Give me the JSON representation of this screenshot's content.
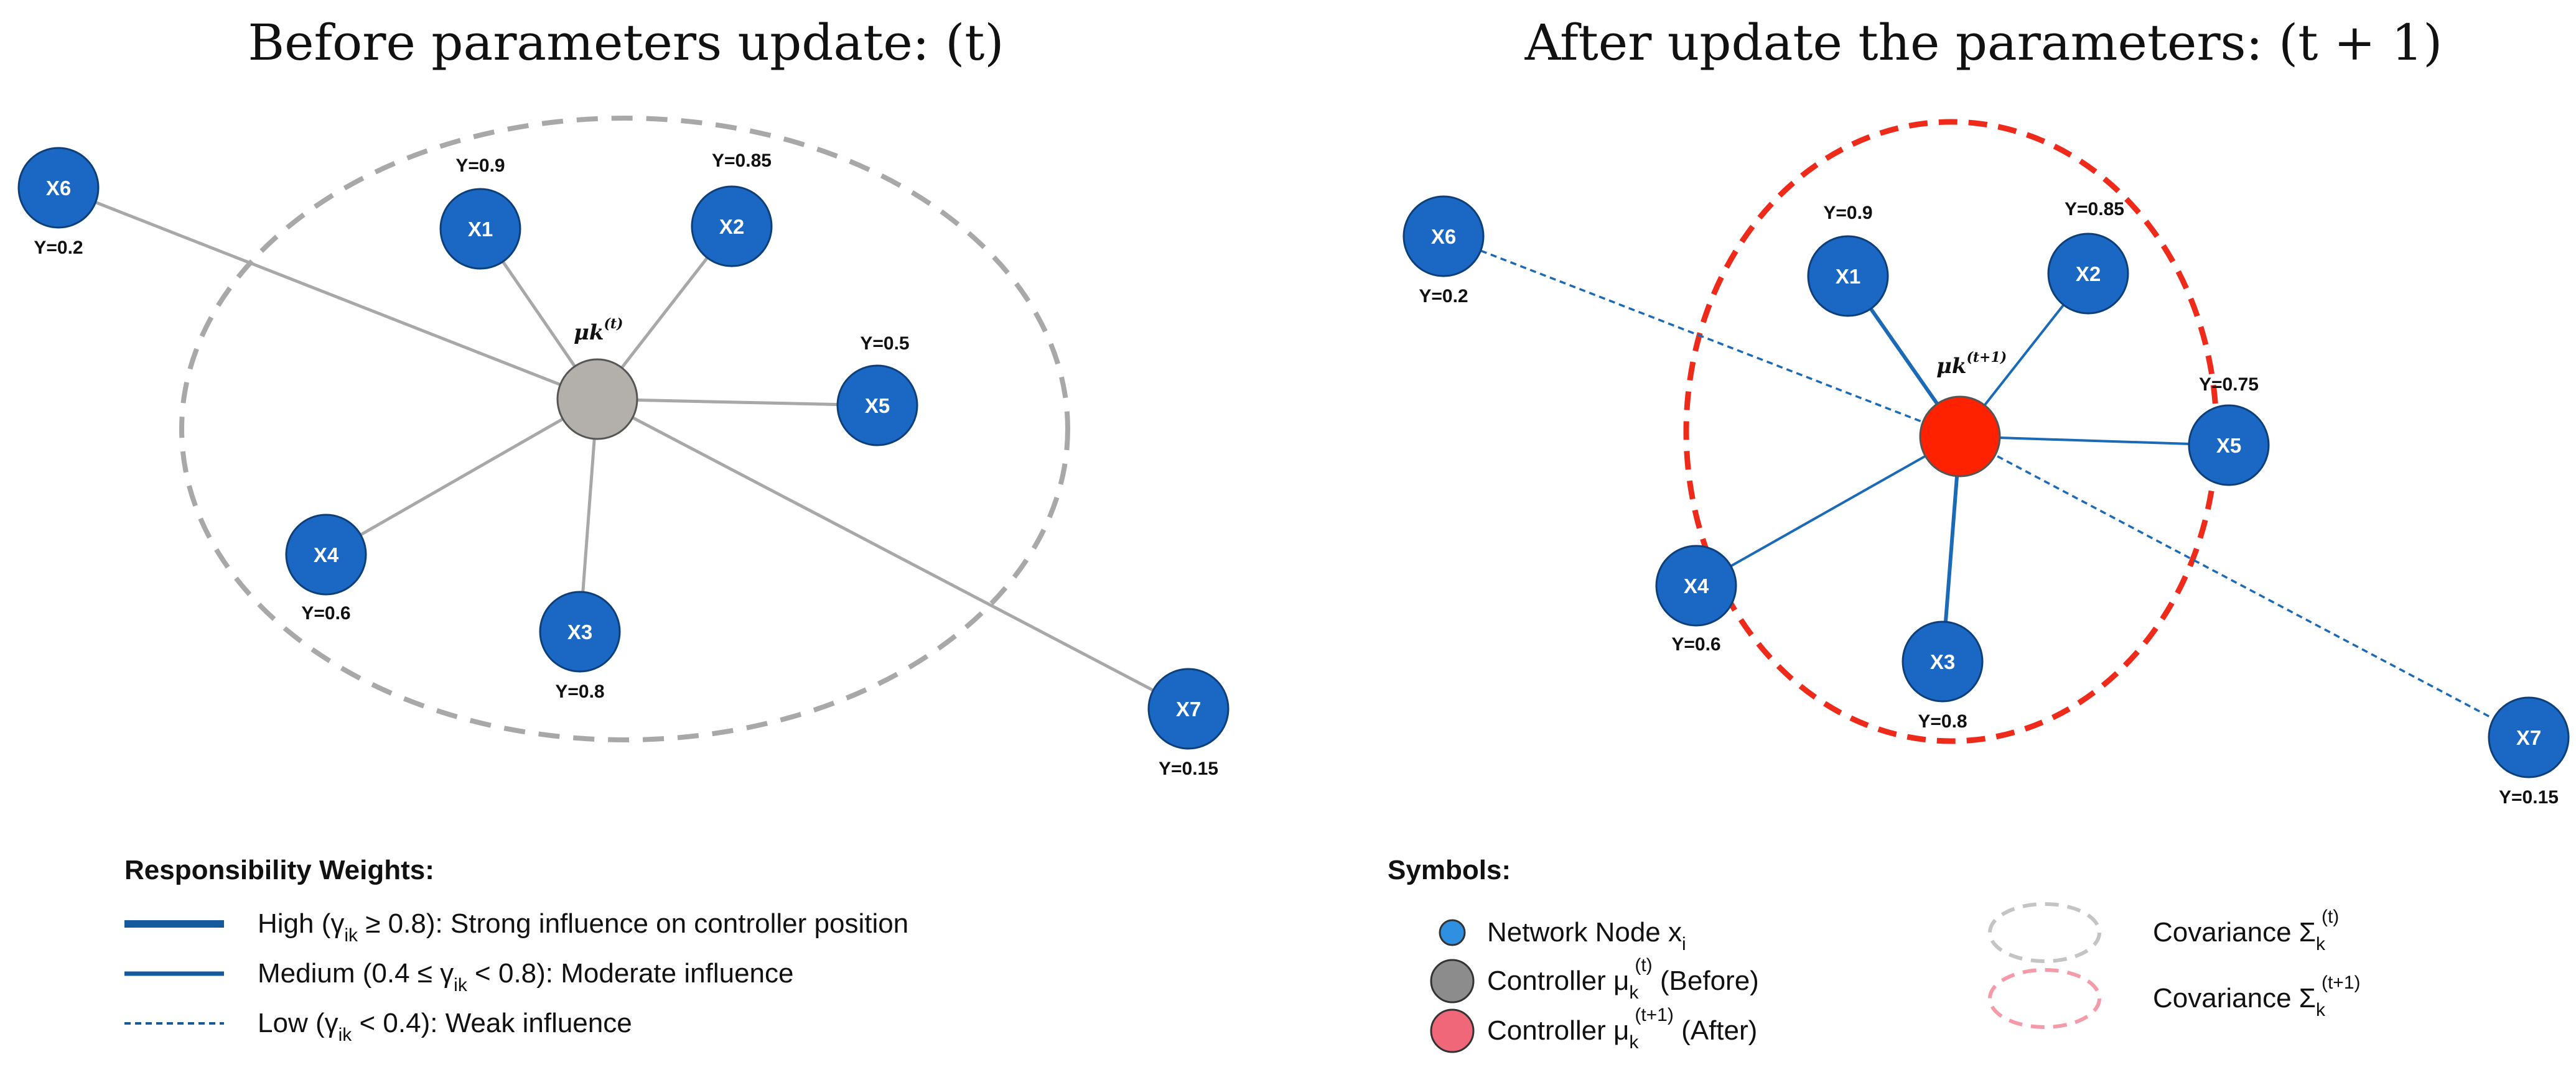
{
  "panels": [
    {
      "title": "Before parameters update: (t)",
      "controller": {
        "symbol": "μk",
        "superscript": "(t)",
        "color": "#b3afab"
      },
      "covariance": {
        "color": "#a8a8a8"
      },
      "edge_color": "#a8a8a8",
      "nodes": [
        {
          "id": "X1",
          "y_label": "Y=0.9"
        },
        {
          "id": "X2",
          "y_label": "Y=0.85"
        },
        {
          "id": "X3",
          "y_label": "Y=0.8"
        },
        {
          "id": "X4",
          "y_label": "Y=0.6"
        },
        {
          "id": "X5",
          "y_label": "Y=0.5"
        },
        {
          "id": "X6",
          "y_label": "Y=0.2"
        },
        {
          "id": "X7",
          "y_label": "Y=0.15"
        }
      ]
    },
    {
      "title": "After update the parameters: (t + 1)",
      "controller": {
        "symbol": "μk",
        "superscript": "(t+1)",
        "color": "#ff2200"
      },
      "covariance": {
        "color": "#ee2a1a"
      },
      "edge_color": "#1a6ab8",
      "nodes": [
        {
          "id": "X1",
          "y_label": "Y=0.9"
        },
        {
          "id": "X2",
          "y_label": "Y=0.85"
        },
        {
          "id": "X3",
          "y_label": "Y=0.8"
        },
        {
          "id": "X4",
          "y_label": "Y=0.6"
        },
        {
          "id": "X5",
          "y_label": "Y=0.75"
        },
        {
          "id": "X6",
          "y_label": "Y=0.2"
        },
        {
          "id": "X7",
          "y_label": "Y=0.15"
        }
      ]
    }
  ],
  "node_color": "#1a68c4",
  "node_stroke": "#0d3f7a",
  "responsibility_legend": {
    "heading": "Responsibility Weights:",
    "line_color": "#145a9c",
    "items": [
      {
        "level": "High",
        "symbol": "γ",
        "sub": "ik",
        "condition_suffix": " ≥ 0.8): Strong influence on controller position"
      },
      {
        "level": "Medium",
        "symbol": "γ",
        "sub": "ik",
        "condition_prefix": "0.4 ≤ ",
        "condition_suffix": " < 0.8): Moderate influence"
      },
      {
        "level": "Low",
        "symbol": "γ",
        "sub": "ik",
        "condition_suffix": " < 0.4): Weak influence"
      }
    ]
  },
  "symbols_legend": {
    "heading": "Symbols:",
    "network_node": {
      "text": "Network Node x",
      "sub": "i",
      "color": "#2f8fe0"
    },
    "controller_before": {
      "text": "Controller μ",
      "sub": "k",
      "sup": "(t)",
      "suffix": " (Before)",
      "color": "#8c8c8c"
    },
    "controller_after": {
      "text": "Controller μ",
      "sub": "k",
      "sup": "(t+1)",
      "suffix": " (After)",
      "color": "#f0677a"
    },
    "covariance_before": {
      "text": "Covariance Σ",
      "sub": "k",
      "sup": "(t)",
      "color": "#c4c4c4"
    },
    "covariance_after": {
      "text": "Covariance Σ",
      "sub": "k",
      "sup": "(t+1)",
      "color": "#f49aa8"
    }
  }
}
